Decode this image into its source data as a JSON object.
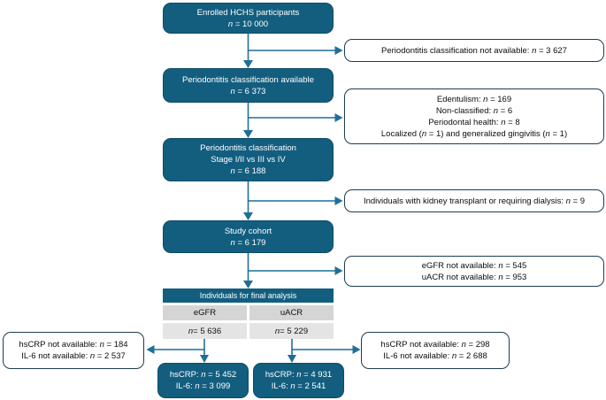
{
  "colors": {
    "box_fill": "#135e7f",
    "box_border": "#0d4b66",
    "arrow": "#1f6f96",
    "note_border": "#1d3c50",
    "row_gray_a": "#d5d5d5",
    "row_gray_b": "#e4e4e4"
  },
  "main_flow": [
    {
      "name": "enrolled",
      "lines": [
        "Enrolled HCHS participants",
        "n = 10 000"
      ]
    },
    {
      "name": "classification-available",
      "lines": [
        "Periodontitis classification available",
        "n = 6 373"
      ]
    },
    {
      "name": "staging",
      "lines": [
        "Periodontitis classification",
        "Stage I/II vs III vs IV",
        "n = 6 188"
      ]
    },
    {
      "name": "study-cohort",
      "lines": [
        "Study cohort",
        "n = 6 179"
      ]
    }
  ],
  "side_notes": [
    {
      "lines": [
        "Periodontitis classification not available: n = 3 627"
      ]
    },
    {
      "lines": [
        "Edentulism: n = 169",
        "Non-classified: n = 6",
        "Periodontal health: n = 8",
        "Localized (n = 1) and generalized gingivitis (n = 1)"
      ]
    },
    {
      "lines": [
        "Individuals with kidney transplant or requiring dialysis: n = 9"
      ]
    },
    {
      "lines": [
        "eGFR not available: n = 545",
        "uACR not available: n = 953"
      ]
    }
  ],
  "final_table": {
    "header": "Individuals for final analysis",
    "columns": [
      "eGFR",
      "uACR"
    ],
    "values": [
      "n = 5 636",
      "n = 5 229"
    ]
  },
  "exclusions": {
    "left": {
      "lines": [
        "hsCRP not available: n = 184",
        "IL-6 not available: n = 2 537"
      ]
    },
    "right": {
      "lines": [
        "hsCRP not available: n = 298",
        "IL-6 not available: n = 2 688"
      ]
    }
  },
  "final_boxes": {
    "left": {
      "lines": [
        "hsCRP: n = 5 452",
        "IL-6: n = 3 099"
      ]
    },
    "right": {
      "lines": [
        "hsCRP: n = 4 931",
        "IL-6: n = 2 541"
      ]
    }
  }
}
